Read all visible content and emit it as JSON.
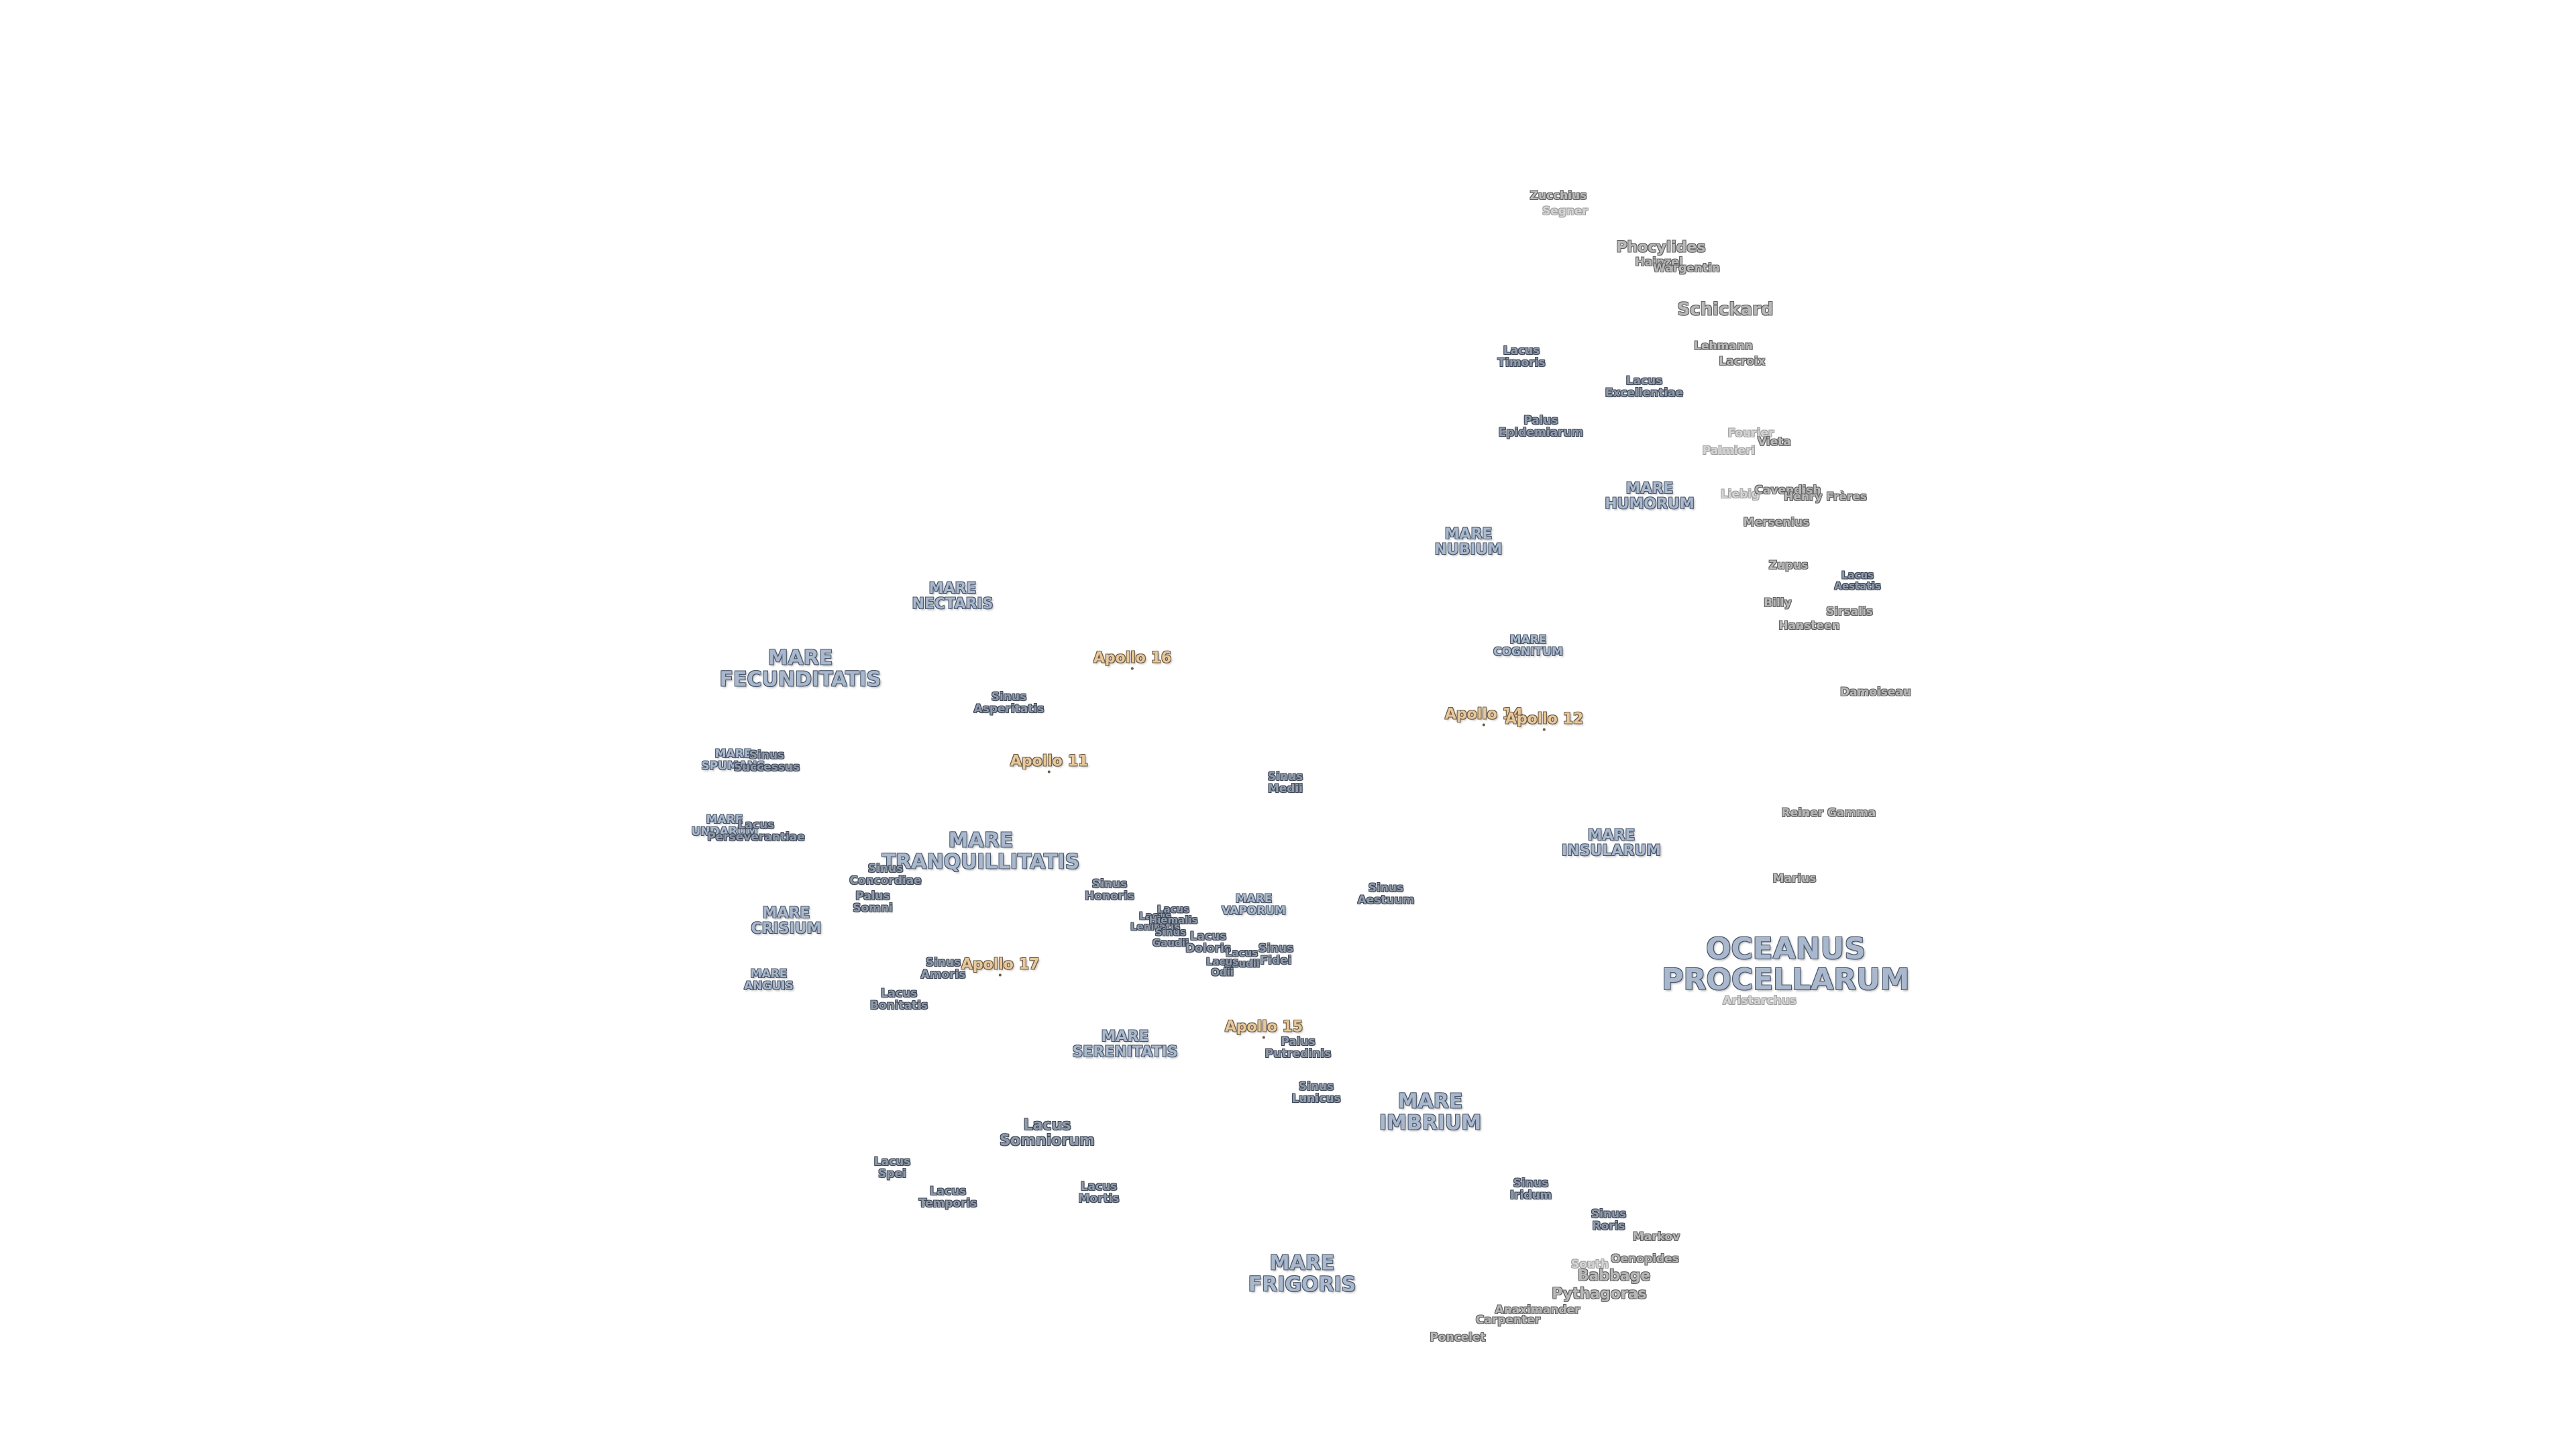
{
  "labels": {
    "mare_fecunditatis": [
      "MARE",
      "FECUNDITATIS"
    ],
    "mare_nectaris": [
      "MARE",
      "NECTARIS"
    ],
    "mare_spumans": [
      "MARE",
      "SPUMANS"
    ],
    "sinus_successus": [
      "Sinus",
      "Successus"
    ],
    "mare_undarum": [
      "MARE",
      "UNDARUM"
    ],
    "lacus_perseverantiae": [
      "Lacus",
      "Perseverantiae"
    ],
    "mare_crisium": [
      "MARE",
      "CRISIUM"
    ],
    "mare_anguis": [
      "MARE",
      "ANGUIS"
    ],
    "mare_tranquillitatis": [
      "MARE",
      "TRANQUILLITATIS"
    ],
    "sinus_asperitatis": [
      "Sinus",
      "Asperitatis"
    ],
    "sinus_concordiae": [
      "Sinus",
      "Concordiae"
    ],
    "palus_somni": [
      "Palus",
      "Somni"
    ],
    "sinus_amoris": [
      "Sinus",
      "Amoris"
    ],
    "lacus_bonitatis": [
      "Lacus",
      "Bonitatis"
    ],
    "mare_serenitatis": [
      "MARE",
      "SERENITATIS"
    ],
    "lacus_somniorum": [
      "Lacus",
      "Somniorum"
    ],
    "lacus_spei": [
      "Lacus",
      "Spei"
    ],
    "lacus_temporis": [
      "Lacus",
      "Temporis"
    ],
    "lacus_mortis": [
      "Lacus",
      "Mortis"
    ],
    "sinus_honoris": [
      "Sinus",
      "Honoris"
    ],
    "lacus_lenitatis": [
      "Lacus",
      "Lenitatis"
    ],
    "lacus_hiemalis": [
      "Lacus",
      "Hiemalis"
    ],
    "sinus_gaudii": [
      "Sinus",
      "Gaudii"
    ],
    "lacus_doloris": [
      "Lacus",
      "Doloris"
    ],
    "lacus_gaudii": [
      "Lacus",
      "Gaudii"
    ],
    "lacus_odii": [
      "Lacus",
      "Odii"
    ],
    "sinus_fidei": [
      "Sinus",
      "Fidei"
    ],
    "mare_vaporum": [
      "MARE",
      "VAPORUM"
    ],
    "sinus_medii": [
      "Sinus",
      "Medii"
    ],
    "sinus_aestuum": [
      "Sinus",
      "Aestuum"
    ],
    "palus_putredinis": [
      "Palus",
      "Putredinis"
    ],
    "sinus_lunicus": [
      "Sinus",
      "Lunicus"
    ],
    "mare_imbrium": [
      "MARE",
      "IMBRIUM"
    ],
    "mare_frigoris": [
      "MARE",
      "FRIGORIS"
    ],
    "sinus_iridum": [
      "Sinus",
      "Iridum"
    ],
    "sinus_roris": [
      "Sinus",
      "Roris"
    ],
    "mare_nubium": [
      "MARE",
      "NUBIUM"
    ],
    "mare_cognitum": [
      "MARE",
      "COGNITUM"
    ],
    "mare_humorum": [
      "MARE",
      "HUMORUM"
    ],
    "mare_insularum": [
      "MARE",
      "INSULARUM"
    ],
    "oceanus_procellarum": [
      "OCEANUS",
      "PROCELLARUM"
    ],
    "palus_epidemiarum": [
      "Palus",
      "Epidemiarum"
    ],
    "lacus_timoris": [
      "Lacus",
      "Timoris"
    ],
    "lacus_excellentiae": [
      "Lacus",
      "Excellentiae"
    ],
    "lacus_aestatis": [
      "Lacus",
      "Aestatis"
    ]
  },
  "craters": {
    "zucchius": "Zucchius",
    "segner": "Segner",
    "phocylides": "Phocylides",
    "hainzel": "Hainzel",
    "wargentin": "Wargentin",
    "schickard": "Schickard",
    "lehmann": "Lehmann",
    "lacroix": "Lacroix",
    "fourier": "Fourier",
    "vieta": "Vieta",
    "palmieri": "Palmieri",
    "liebig": "Liebig",
    "cavendish": "Cavendish",
    "henry_freres": "Henry Frères",
    "mersenius": "Mersenius",
    "zupus": "Zupus",
    "billy": "Billy",
    "sirsalis": "Sirsalis",
    "hansteen": "Hansteen",
    "damoiseau": "Damoiseau",
    "reiner_gamma": "Reiner Gamma",
    "marius": "Marius",
    "aristarchus": "Aristarchus",
    "markov": "Markov",
    "oenopides": "Oenopides",
    "south": "South",
    "babbage": "Babbage",
    "pythagoras": "Pythagoras",
    "anaximander": "Anaximander",
    "carpenter": "Carpenter",
    "poncelet": "Poncelet"
  },
  "apollo": {
    "a11": "Apollo 11",
    "a12": "Apollo 12",
    "a14": "Apollo 14",
    "a15": "Apollo 15",
    "a16": "Apollo 16",
    "a17": "Apollo 17"
  }
}
